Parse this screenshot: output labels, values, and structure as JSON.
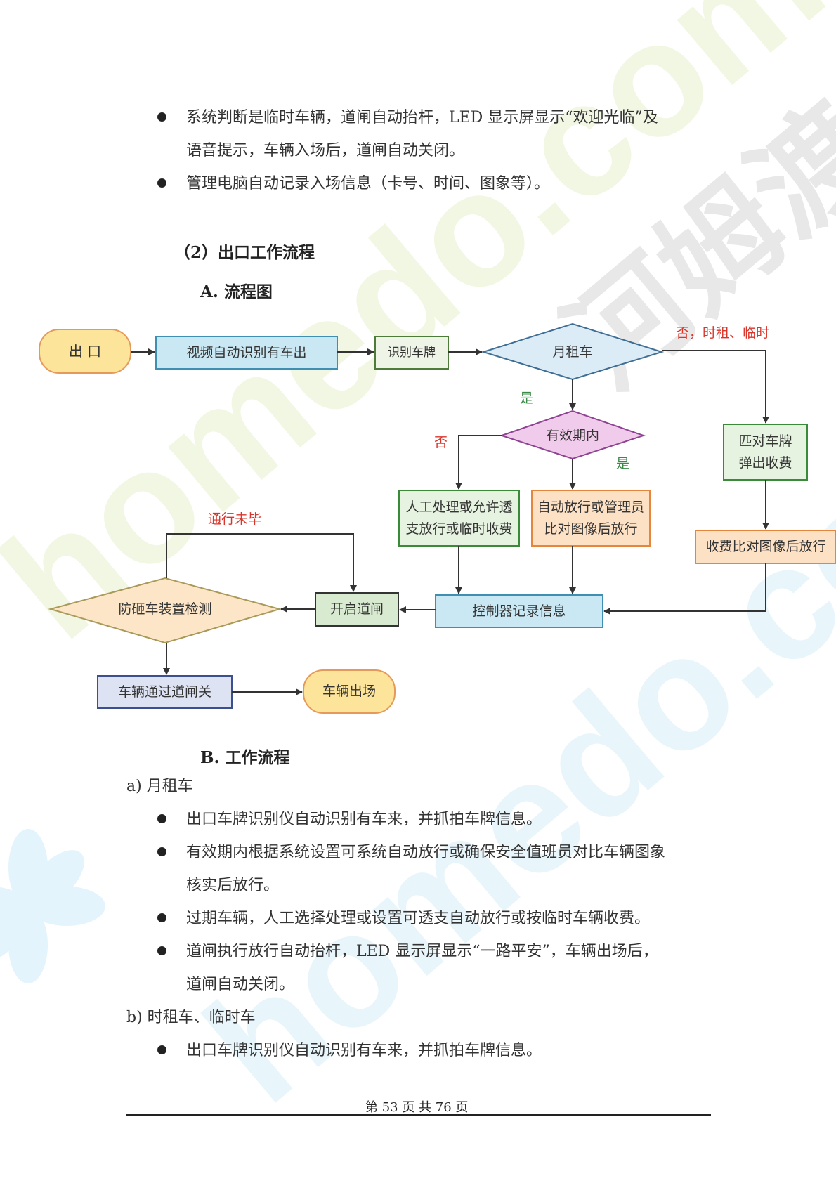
{
  "intro_bullets": [
    {
      "lines": [
        "系统判断是临时车辆，道闸自动抬杆，LED 显示屏显示“欢迎光临”及",
        "语音提示，车辆入场后，道闸自动关闭。"
      ]
    },
    {
      "lines": [
        "管理电脑自动记录入场信息（卡号、时间、图象等）。"
      ]
    }
  ],
  "section_title": "（2）出口工作流程",
  "subsection_a": "A.  流程图",
  "flowchart": {
    "nodes": {
      "exit": "出 口",
      "video_detect": "视频自动识别有车出",
      "plate_recog": "识别车牌",
      "monthly": "月租车",
      "valid_period": "有效期内",
      "match_plate_1": "匹对车牌",
      "match_plate_2": "弹出收费",
      "manual_1": "人工处理或允许透",
      "manual_2": "支放行或临时收费",
      "auto_1": "自动放行或管理员",
      "auto_2": "比对图像后放行",
      "charge_compare": "收费比对图像后放行",
      "controller": "控制器记录信息",
      "open_gate": "开启道闸",
      "anti_smash": "防砸车装置检测",
      "pass_gate": "车辆通过道闸关",
      "vehicle_exit": "车辆出场"
    },
    "labels": {
      "no_hourly_temp": "否，时租、临时",
      "yes_monthly": "是",
      "no_valid": "否",
      "yes_valid": "是",
      "not_passed": "通行未毕"
    }
  },
  "subsection_b": "B.  工作流程",
  "list_a_title": "a)  月租车",
  "list_a": [
    {
      "lines": [
        "出口车牌识别仪自动识别有车来，并抓拍车牌信息。"
      ]
    },
    {
      "lines": [
        "有效期内根据系统设置可系统自动放行或确保安全值班员对比车辆图象",
        "核实后放行。"
      ]
    },
    {
      "lines": [
        "过期车辆，人工选择处理或设置可透支自动放行或按临时车辆收费。"
      ]
    },
    {
      "lines": [
        "道闸执行放行自动抬杆，LED 显示屏显示“一路平安”，车辆出场后，",
        "道闸自动关闭。"
      ]
    }
  ],
  "list_b_title": "b)  时租车、临时车",
  "list_b": [
    {
      "lines": [
        "出口车牌识别仪自动识别有车来，并抓拍车牌信息。"
      ]
    }
  ],
  "footer": "第 53 页 共 76 页",
  "watermark_text": "homedo.com",
  "watermark_text_cn": "河姆渡",
  "colors": {
    "red_label": "#d9352b",
    "green_label": "#3a8a47",
    "arrow": "#333333"
  }
}
